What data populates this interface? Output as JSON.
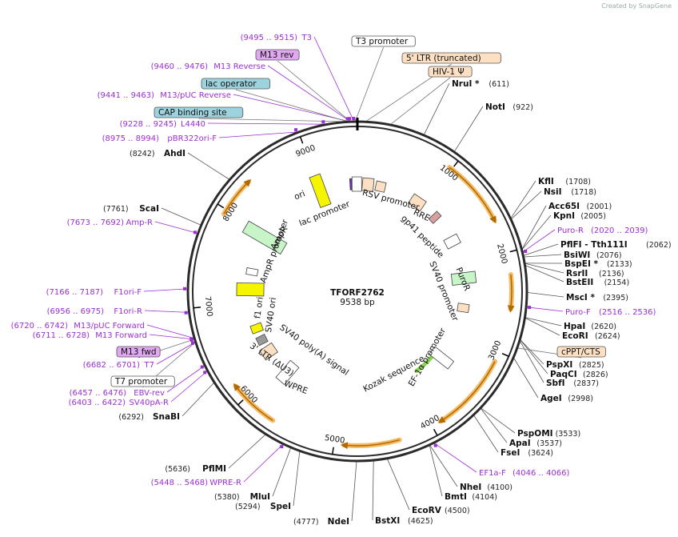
{
  "credit": "Created by SnapGene",
  "plasmid": {
    "name": "TFORF2762",
    "size_label": "9538 bp",
    "length": 9538
  },
  "ticks": [
    {
      "pos": 1000,
      "label": "1000"
    },
    {
      "pos": 2000,
      "label": "2000"
    },
    {
      "pos": 3000,
      "label": "3000"
    },
    {
      "pos": 4000,
      "label": "4000"
    },
    {
      "pos": 5000,
      "label": "5000"
    },
    {
      "pos": 6000,
      "label": "6000"
    },
    {
      "pos": 7000,
      "label": "7000"
    },
    {
      "pos": 8000,
      "label": "8000"
    },
    {
      "pos": 9000,
      "label": "9000"
    }
  ],
  "enzymes": [
    {
      "name": "NruI",
      "star": true,
      "pos": "(611)",
      "site": 611
    },
    {
      "name": "NotI",
      "star": false,
      "pos": "(922)",
      "site": 922
    },
    {
      "name": "KflI",
      "star": false,
      "pos": "(1708)",
      "site": 1708
    },
    {
      "name": "NsiI",
      "star": false,
      "pos": "(1718)",
      "site": 1718
    },
    {
      "name": "Acc65I",
      "star": false,
      "pos": "(2001)",
      "site": 2001
    },
    {
      "name": "KpnI",
      "star": false,
      "pos": "(2005)",
      "site": 2005
    },
    {
      "name": "PflFI - Tth111I",
      "star": false,
      "pos": "(2062)",
      "site": 2062
    },
    {
      "name": "BsiWI",
      "star": false,
      "pos": "(2076)",
      "site": 2076
    },
    {
      "name": "BspEI",
      "star": true,
      "pos": "(2133)",
      "site": 2133
    },
    {
      "name": "RsrII",
      "star": false,
      "pos": "(2136)",
      "site": 2136
    },
    {
      "name": "BstEII",
      "star": false,
      "pos": "(2154)",
      "site": 2154
    },
    {
      "name": "MscI",
      "star": true,
      "pos": "(2395)",
      "site": 2395
    },
    {
      "name": "HpaI",
      "star": false,
      "pos": "(2620)",
      "site": 2620
    },
    {
      "name": "EcoRI",
      "star": false,
      "pos": "(2624)",
      "site": 2624
    },
    {
      "name": "PspXI",
      "star": false,
      "pos": "(2825)",
      "site": 2825
    },
    {
      "name": "PaqCI",
      "star": false,
      "pos": "(2826)",
      "site": 2826
    },
    {
      "name": "SbfI",
      "star": false,
      "pos": "(2837)",
      "site": 2837
    },
    {
      "name": "AgeI",
      "star": false,
      "pos": "(2998)",
      "site": 2998
    },
    {
      "name": "PspOMI",
      "star": false,
      "pos": "(3533)",
      "site": 3533
    },
    {
      "name": "ApaI",
      "star": false,
      "pos": "(3537)",
      "site": 3537
    },
    {
      "name": "FseI",
      "star": false,
      "pos": "(3624)",
      "site": 3624
    },
    {
      "name": "NheI",
      "star": false,
      "pos": "(4100)",
      "site": 4100
    },
    {
      "name": "BmtI",
      "star": false,
      "pos": "(4104)",
      "site": 4104
    },
    {
      "name": "EcoRV",
      "star": false,
      "pos": "(4500)",
      "site": 4500
    },
    {
      "name": "BstXI",
      "star": false,
      "pos": "(4625)",
      "site": 4625
    },
    {
      "name": "NdeI",
      "star": false,
      "pos": "(4777)",
      "site": 4777
    },
    {
      "name": "SpeI",
      "star": false,
      "pos": "(5294)",
      "site": 5294
    },
    {
      "name": "MluI",
      "star": false,
      "pos": "(5380)",
      "site": 5380
    },
    {
      "name": "PflMI",
      "star": false,
      "pos": "(5636)",
      "site": 5636
    },
    {
      "name": "SnaBI",
      "star": false,
      "pos": "(6292)",
      "site": 6292
    },
    {
      "name": "ScaI",
      "star": false,
      "pos": "(7761)",
      "site": 7761
    },
    {
      "name": "AhdI",
      "star": false,
      "pos": "(8242)",
      "site": 8242
    }
  ],
  "primers": [
    {
      "name": "T3",
      "range": "(9495 .. 9515)",
      "site": 9505
    },
    {
      "name": "M13 Reverse",
      "range": "(9460 .. 9476)",
      "site": 9468
    },
    {
      "name": "M13/pUC Reverse",
      "range": "(9441 .. 9463)",
      "site": 9452
    },
    {
      "name": "L4440",
      "range": "(9228 .. 9245)",
      "site": 9236
    },
    {
      "name": "pBR322ori-F",
      "range": "(8975 .. 8994)",
      "site": 8985
    },
    {
      "name": "Amp-R",
      "range": "(7673 .. 7692)",
      "site": 7682
    },
    {
      "name": "F1ori-F",
      "range": "(7166 .. 7187)",
      "site": 7176
    },
    {
      "name": "F1ori-R",
      "range": "(6956 .. 6975)",
      "site": 6965
    },
    {
      "name": "M13/pUC Forward",
      "range": "(6720 .. 6742)",
      "site": 6731
    },
    {
      "name": "M13 Forward",
      "range": "(6711 .. 6728)",
      "site": 6720
    },
    {
      "name": "T7",
      "range": "(6682 .. 6701)",
      "site": 6691
    },
    {
      "name": "EBV-rev",
      "range": "(6457 .. 6476)",
      "site": 6466
    },
    {
      "name": "SV40pA-R",
      "range": "(6403 .. 6422)",
      "site": 6412
    },
    {
      "name": "WPRE-R",
      "range": "(5448 .. 5468)",
      "site": 5458
    },
    {
      "name": "Puro-R",
      "range": "(2020 .. 2039)",
      "site": 2030
    },
    {
      "name": "Puro-F",
      "range": "(2516 .. 2536)",
      "site": 2526
    },
    {
      "name": "EF1a-F",
      "range": "(4046 .. 4066)",
      "site": 4056
    }
  ],
  "boxed_features": [
    {
      "name": "T3 promoter",
      "style": "white",
      "site": 9520
    },
    {
      "name": "5' LTR (truncated)",
      "style": "peach",
      "site": 80
    },
    {
      "name": "HIV-1 Ψ",
      "style": "peach",
      "site": 300
    },
    {
      "name": "M13 rev",
      "style": "purple",
      "site": 9470
    },
    {
      "name": "lac operator",
      "style": "teal",
      "site": 9440
    },
    {
      "name": "CAP binding site",
      "style": "teal",
      "site": 9400
    },
    {
      "name": "cPPT/CTS",
      "style": "peach",
      "site": 2900
    },
    {
      "name": "M13 fwd",
      "style": "purple",
      "site": 6720
    },
    {
      "name": "T7 promoter",
      "style": "white",
      "site": 6690
    }
  ],
  "inner_labels": [
    {
      "text": "lac promoter"
    },
    {
      "text": "RSV promoter"
    },
    {
      "text": "RRE"
    },
    {
      "text": "gp41 peptide"
    },
    {
      "text": "SV40 promoter"
    },
    {
      "text": "PuroR"
    },
    {
      "text": "EF-1α promoter"
    },
    {
      "text": "Kozak sequence"
    },
    {
      "text": "WPRE"
    },
    {
      "text": "3' LTR (ΔU3)"
    },
    {
      "text": "SV40 poly(A) signal"
    },
    {
      "text": "SV40 ori"
    },
    {
      "text": "f1 ori"
    },
    {
      "text": "AmpR promoter"
    },
    {
      "text": "AmpR"
    },
    {
      "text": "ori"
    }
  ],
  "colors": {
    "backbone": "#2b2b2b",
    "primer": "#9b2fd4",
    "orf_arc": "#f4b350",
    "orf_arrow": "#b06a00",
    "ori": "#f5f500",
    "ampr": "#c8f5c8",
    "peach": "#fde0c4",
    "teal": "#9dd3df",
    "purple_box": "#e0a8f0"
  }
}
